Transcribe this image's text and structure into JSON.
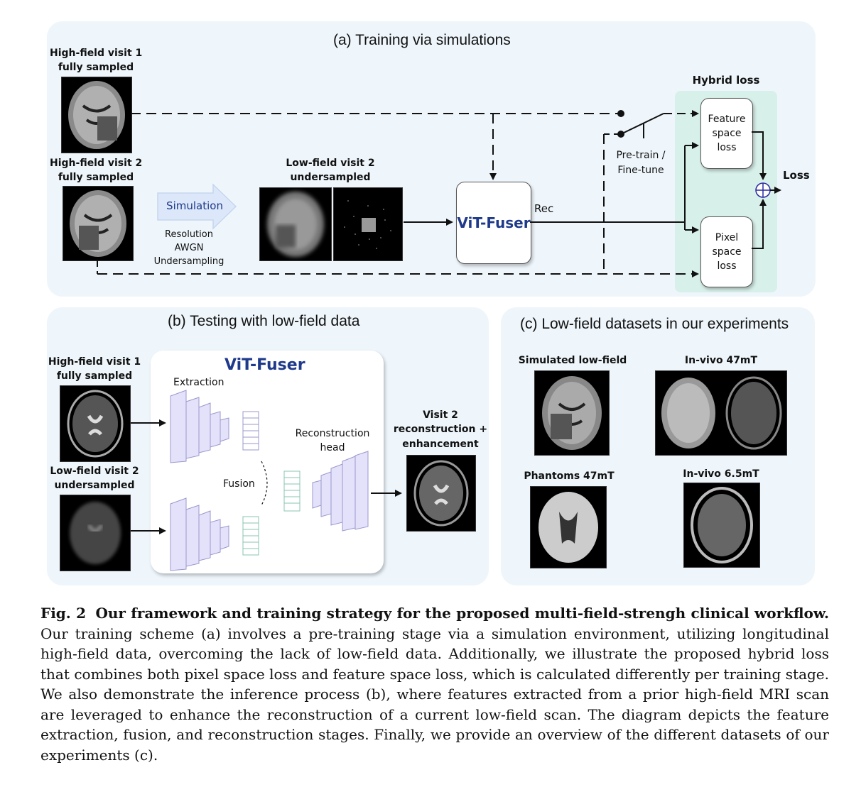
{
  "panel_a": {
    "title": "(a) Training via simulations",
    "hf1_line1": "High-field visit 1",
    "hf1_line2": "fully sampled",
    "hf2_line1": "High-field visit 2",
    "hf2_line2": "fully sampled",
    "simulation": "Simulation",
    "resolution": "Resolution",
    "awgn": "AWGN",
    "undersampling": "Undersampling",
    "lf2_line1": "Low-field visit 2",
    "lf2_line2": "undersampled",
    "vit_fuser": "ViT-Fuser",
    "rec": "Rec",
    "pretrain_line1": "Pre-train /",
    "pretrain_line2": "Fine-tune",
    "hybrid_loss": "Hybrid loss",
    "feature_loss": [
      "Feature",
      "space",
      "loss"
    ],
    "pixel_loss": [
      "Pixel",
      "space",
      "loss"
    ],
    "loss": "Loss"
  },
  "panel_b": {
    "title": "(b) Testing with low-field data",
    "hf1_line1": "High-field visit 1",
    "hf1_line2": "fully sampled",
    "lf2_line1": "Low-field visit 2",
    "lf2_line2": "undersampled",
    "vit_fuser": "ViT-Fuser",
    "extraction": "Extraction",
    "fusion": "Fusion",
    "recon_line1": "Reconstruction",
    "recon_line2": "head",
    "out_line1": "Visit 2",
    "out_line2": "reconstruction +",
    "out_line3": "enhancement"
  },
  "panel_c": {
    "title": "(c) Low-field datasets in our experiments",
    "sim": "Simulated low-field",
    "invivo47": "In-vivo 47mT",
    "phantoms": "Phantoms 47mT",
    "invivo65": "In-vivo 6.5mT"
  },
  "caption": {
    "fig": "Fig. 2",
    "title": "Our framework and training strategy for the proposed multi-field-strengh clinical workflow.",
    "text": "Our training scheme (a) involves a pre-training stage via a simulation environment, utilizing longitudinal high-field data, overcoming the lack of low-field data. Additionally, we illustrate the proposed hybrid loss that combines both pixel space loss and feature space loss, which is calculated differently per training stage. We also demonstrate the inference process (b), where features extracted from a prior high-field MRI scan are leveraged to enhance the reconstruction of a current low-field scan. The diagram depicts the feature extraction, fusion, and reconstruction stages. Finally, we provide an overview of the different datasets of our experiments (c)."
  },
  "colors": {
    "panel_bg": "#eef6fc",
    "hybrid_bg": "#d8f0ea",
    "vit_text": "#1f3a8a",
    "arrow_fill": "#dce8fa"
  }
}
